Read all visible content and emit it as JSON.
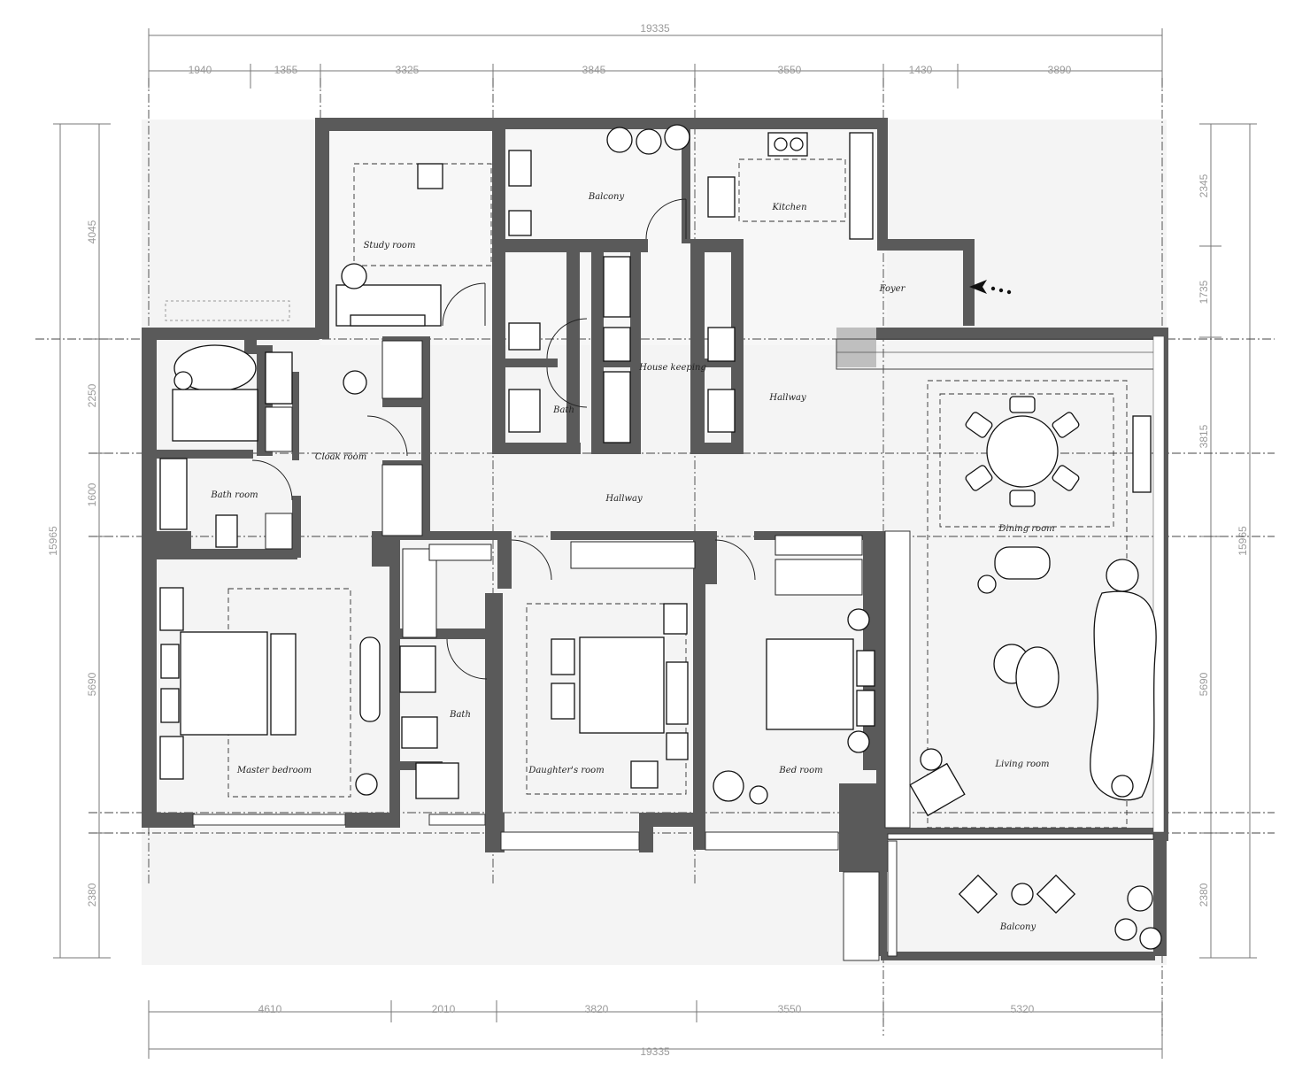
{
  "dimensions": {
    "top_total": "19335",
    "top_segments": [
      "1940",
      "1355",
      "3325",
      "3845",
      "3550",
      "1430",
      "3890"
    ],
    "bottom_segments": [
      "4610",
      "2010",
      "3820",
      "3550",
      "5320"
    ],
    "bottom_total": "19335",
    "left_total": "15965",
    "left_segments": [
      "4045",
      "2250",
      "1600",
      "5690",
      "2380"
    ],
    "right_total": "15965",
    "right_segments": [
      "2345",
      "1735",
      "3815",
      "5690",
      "2380"
    ]
  },
  "rooms": {
    "study": "Study room",
    "balcony_top": "Balcony",
    "kitchen": "Kitchen",
    "foyer": "Foyer",
    "house_keeping": "House keeping",
    "bath_small": "Bath",
    "hallway_right": "Hallway",
    "cloak": "Cloak room",
    "bath_master": "Bath room",
    "hallway_center": "Hallway",
    "dining": "Dining room",
    "master": "Master bedroom",
    "bath_middle": "Bath",
    "daughter": "Daughter's room",
    "bed": "Bed room",
    "living": "Living room",
    "balcony_bottom": "Balcony"
  }
}
